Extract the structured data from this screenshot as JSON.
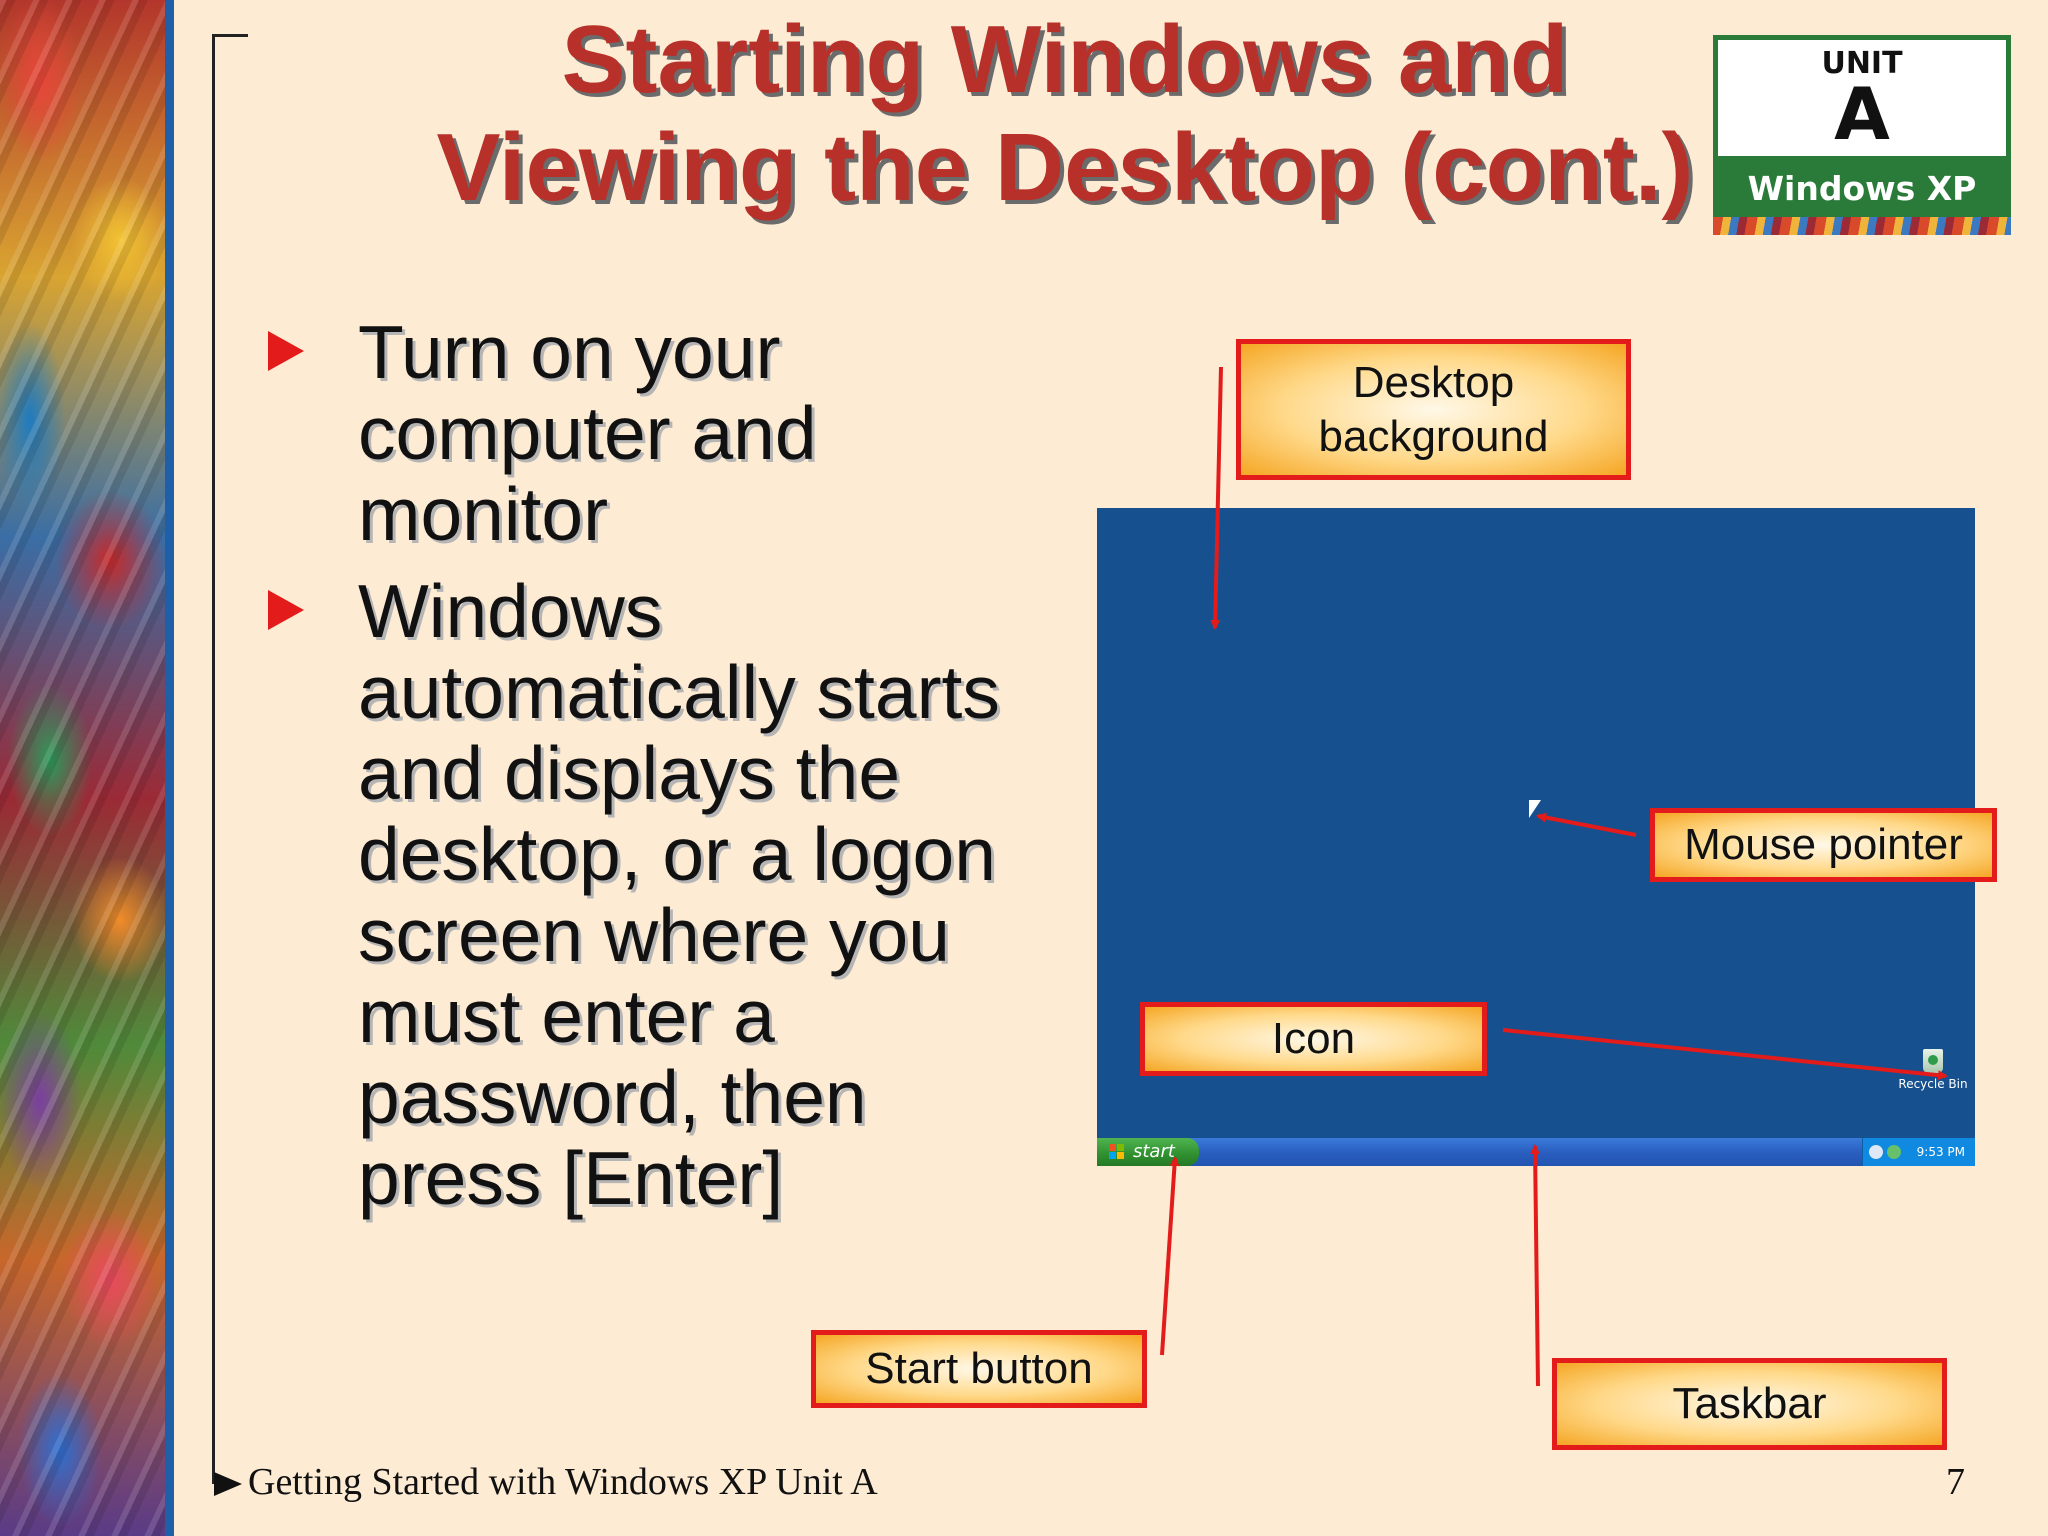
{
  "slide": {
    "title_lines": [
      "Starting Windows and",
      "Viewing the Desktop (cont.)"
    ],
    "badge": {
      "label": "UNIT",
      "letter": "A",
      "product": "Windows XP"
    },
    "bullets": [
      {
        "lines": [
          "Turn on your",
          "computer and",
          "monitor"
        ]
      },
      {
        "lines": [
          "Windows",
          "automatically starts",
          "and displays the",
          "desktop, or a logon",
          "screen where you",
          "must enter a",
          "password, then",
          "press [Enter]"
        ]
      }
    ],
    "desktop": {
      "start_label": "start",
      "clock": "9:53 PM",
      "recycle_bin_label": "Recycle Bin"
    },
    "callouts": {
      "desktop_background": [
        "Desktop",
        "background"
      ],
      "mouse_pointer": "Mouse pointer",
      "icon": "Icon",
      "start_button": "Start button",
      "taskbar": "Taskbar"
    },
    "footer": {
      "text": "Getting Started with Windows XP Unit A",
      "page_number": "7"
    },
    "colors": {
      "title": "#b8302a",
      "accent_red": "#e31b1b",
      "desktop_blue": "#16508f",
      "badge_green": "#2a7a3a"
    }
  }
}
